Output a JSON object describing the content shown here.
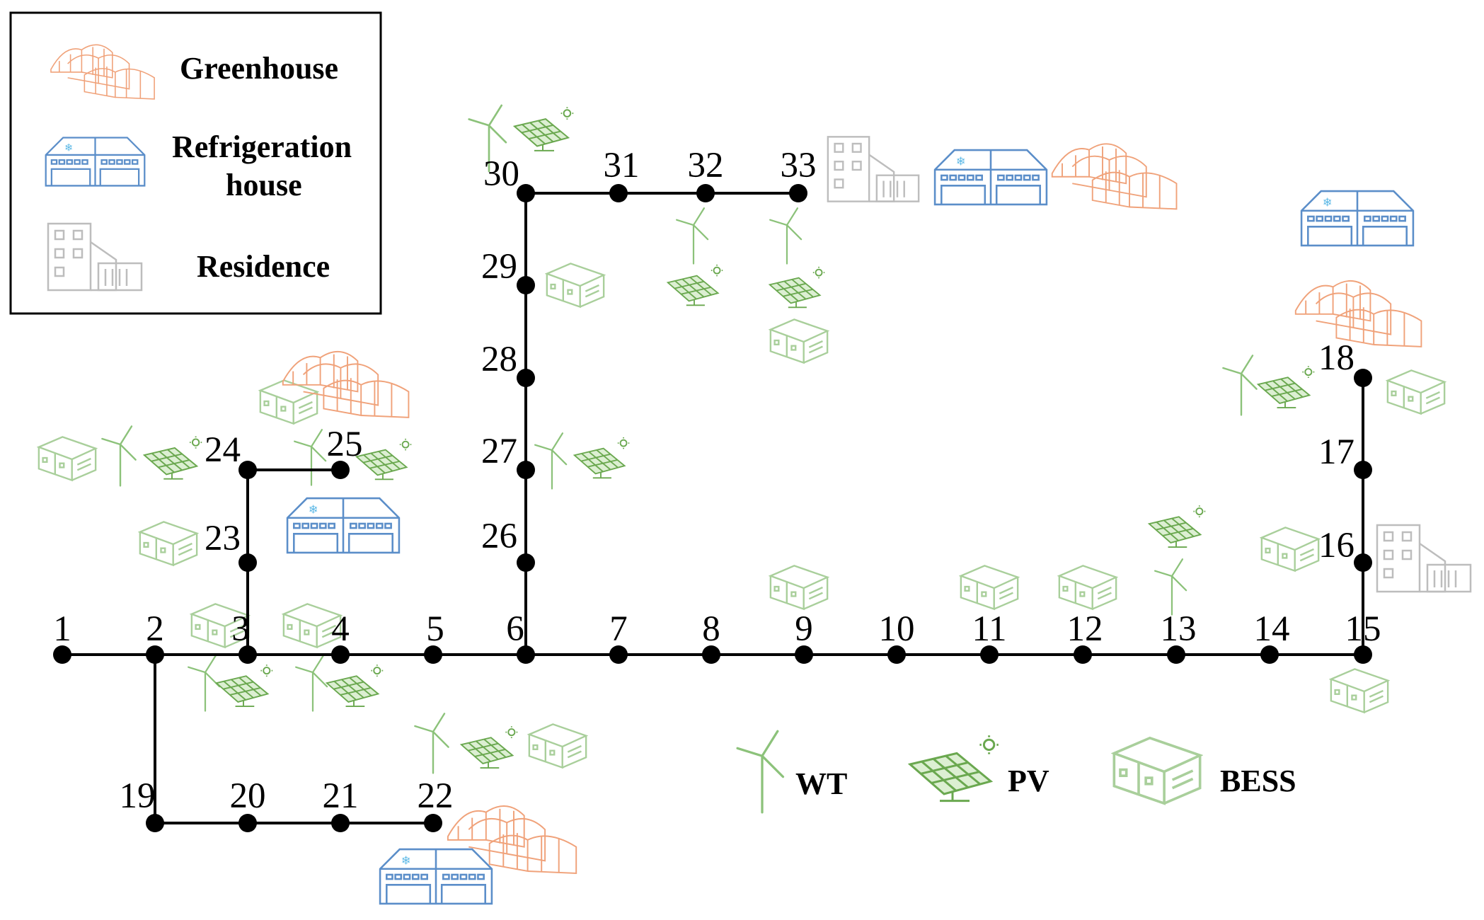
{
  "legend": {
    "greenhouse": "Greenhouse",
    "refrigeration_line1": "Refrigeration",
    "refrigeration_line2": "house",
    "residence": "Residence"
  },
  "key": {
    "wt": "WT",
    "pv": "PV",
    "bess": "BESS"
  },
  "buses": [
    "1",
    "2",
    "3",
    "4",
    "5",
    "6",
    "7",
    "8",
    "9",
    "10",
    "11",
    "12",
    "13",
    "14",
    "15",
    "16",
    "17",
    "18",
    "19",
    "20",
    "21",
    "22",
    "23",
    "24",
    "25",
    "26",
    "27",
    "28",
    "29",
    "30",
    "31",
    "32",
    "33"
  ],
  "branches": [
    [
      "1",
      "2"
    ],
    [
      "2",
      "3"
    ],
    [
      "3",
      "4"
    ],
    [
      "4",
      "5"
    ],
    [
      "5",
      "6"
    ],
    [
      "6",
      "7"
    ],
    [
      "7",
      "8"
    ],
    [
      "8",
      "9"
    ],
    [
      "9",
      "10"
    ],
    [
      "10",
      "11"
    ],
    [
      "11",
      "12"
    ],
    [
      "12",
      "13"
    ],
    [
      "13",
      "14"
    ],
    [
      "14",
      "15"
    ],
    [
      "15",
      "16"
    ],
    [
      "16",
      "17"
    ],
    [
      "17",
      "18"
    ],
    [
      "2",
      "19"
    ],
    [
      "19",
      "20"
    ],
    [
      "20",
      "21"
    ],
    [
      "21",
      "22"
    ],
    [
      "3",
      "23"
    ],
    [
      "23",
      "24"
    ],
    [
      "24",
      "25"
    ],
    [
      "6",
      "26"
    ],
    [
      "26",
      "27"
    ],
    [
      "27",
      "28"
    ],
    [
      "28",
      "29"
    ],
    [
      "29",
      "30"
    ],
    [
      "30",
      "31"
    ],
    [
      "31",
      "32"
    ],
    [
      "32",
      "33"
    ]
  ],
  "colors": {
    "greenhouse": "#f0a27a",
    "refrigeration": "#5b8ec9",
    "residence": "#bdbdbd",
    "der": "#7cb66a",
    "line": "#000000"
  }
}
